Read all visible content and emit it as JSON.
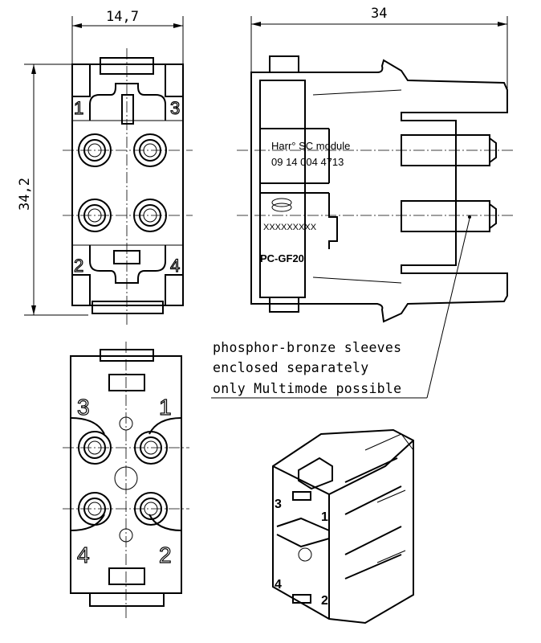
{
  "dimensions": {
    "width_front": "14,7",
    "length_side": "34",
    "height_front": "34,2"
  },
  "module_marking": {
    "line1": "Harr° SC module",
    "line2": "09 14 004 4713",
    "serial": "XXXXXXXXX",
    "material": "PC-GF20"
  },
  "note": {
    "lines": [
      "phosphor-bronze sleeves",
      "enclosed separately",
      "only Multimode possible"
    ]
  },
  "front_view_labels": [
    "1",
    "3",
    "2",
    "4"
  ],
  "rear_view_labels": [
    "3",
    "1",
    "4",
    "2"
  ],
  "iso_view_labels": [
    "3",
    "1",
    "4",
    "2"
  ]
}
